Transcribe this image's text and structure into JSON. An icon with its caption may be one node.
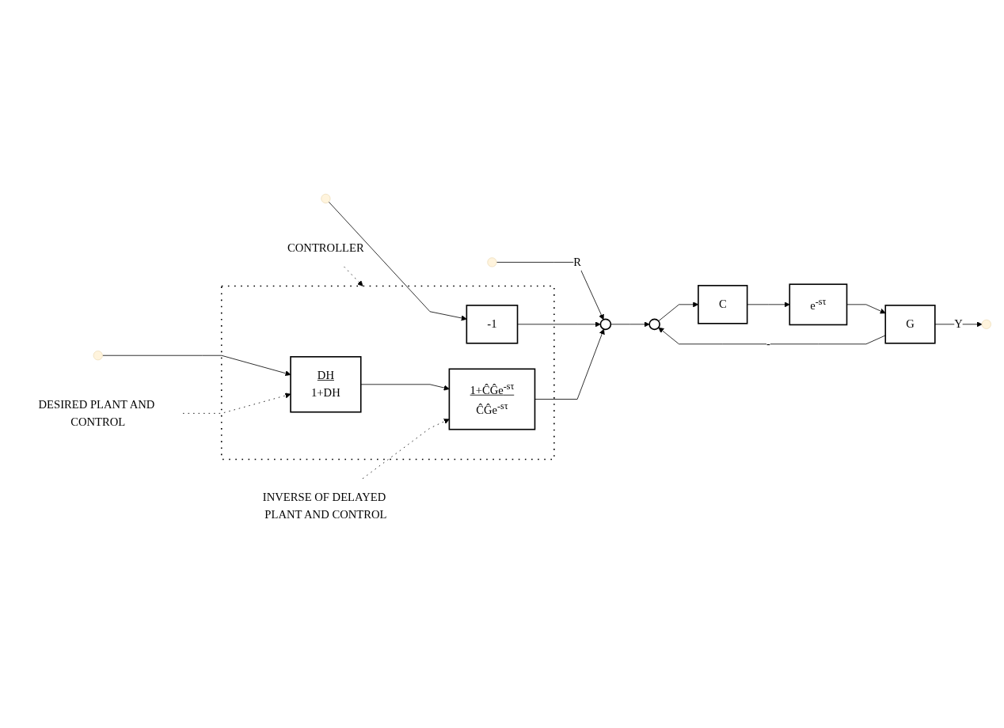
{
  "diagram": {
    "nodes": [
      {
        "text": [],
        "shape": "box"
      },
      {
        "text": [],
        "shape": "circle"
      },
      {
        "text": [],
        "shape": "circle"
      },
      {
        "text": [
          "C"
        ]
      },
      {
        "text": [
          "e$^{-sτ}$"
        ]
      },
      {
        "text": [
          "G"
        ]
      },
      {
        "text": [
          "-1"
        ],
        "in": 0
      },
      {
        "text": [
          "DH",
          "1+DH"
        ],
        "in": 0
      },
      {
        "text": [
          "1+ĈĜe$^{-sτ}$",
          "ĈĜe$^{-sτ}$"
        ],
        "in": 0
      },
      {
        "text": [
          "CONTROLLER"
        ]
      },
      {
        "text": [
          "DESIRED PLANT AND CONTROL"
        ]
      },
      {
        "text": [
          "INVERSE OF DELAYED PLANT AND CONTROL"
        ]
      }
    ],
    "edges": [
      {
        "from": null,
        "to": 1,
        "arrow": "to",
        "label": "R"
      },
      {
        "from": null,
        "to": 6,
        "arrow": "to"
      },
      {
        "from": null,
        "to": 7,
        "arrow": "to"
      },
      {
        "from": 6,
        "to": 1,
        "arrow": "to"
      },
      {
        "from": 8,
        "to": 1,
        "arrow": "to"
      },
      {
        "from": 1,
        "to": 2,
        "arrow": "to"
      },
      {
        "from": 2,
        "to": 3,
        "arrow": "to"
      },
      {
        "from": 3,
        "to": 4,
        "arrow": "to"
      },
      {
        "from": 4,
        "to": 5,
        "arrow": "to"
      },
      {
        "from": 5,
        "to": null,
        "arrow": "to",
        "label": "Y"
      },
      {
        "from": 5,
        "to": 2,
        "arrow": "to",
        "label": "-"
      },
      {
        "from": 7,
        "to": 8,
        "arrow": "to"
      },
      {
        "from": 9,
        "to": 0,
        "arrow": "to",
        "style": "dashed"
      },
      {
        "from": 10,
        "to": 7,
        "arrow": "to",
        "style": "dashed"
      },
      {
        "from": 11,
        "to": 8,
        "arrow": "to",
        "style": "dashed"
      }
    ]
  }
}
